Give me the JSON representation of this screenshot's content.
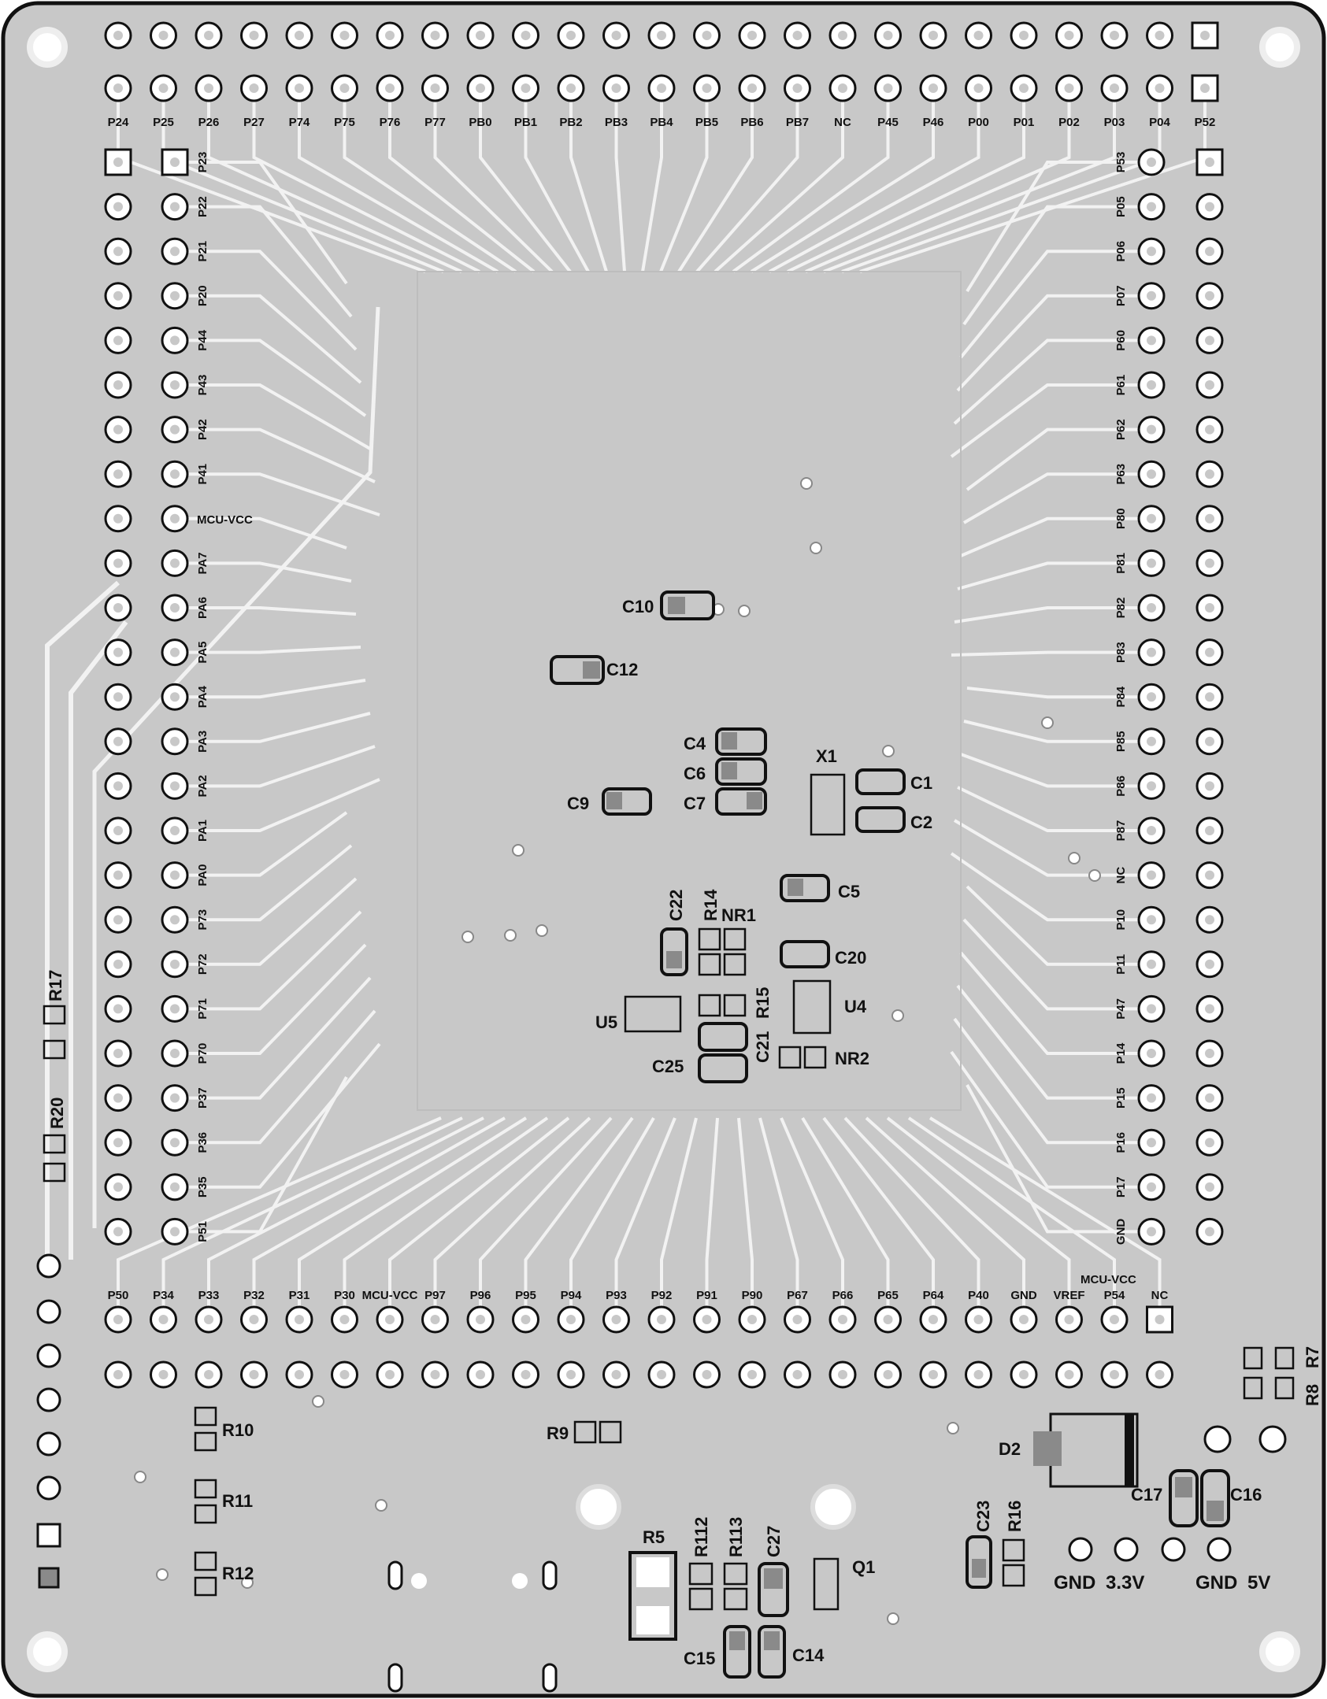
{
  "board": {
    "top_header_labels": [
      "P24",
      "P25",
      "P26",
      "P27",
      "P74",
      "P75",
      "P76",
      "P77",
      "PB0",
      "PB1",
      "PB2",
      "PB3",
      "PB4",
      "PB5",
      "PB6",
      "PB7",
      "NC",
      "P45",
      "P46",
      "P00",
      "P01",
      "P02",
      "P03",
      "P04",
      "P52"
    ],
    "bottom_header_labels": [
      "P50",
      "P34",
      "P33",
      "P32",
      "P31",
      "P30",
      "MCU-VCC",
      "P97",
      "P96",
      "P95",
      "P94",
      "P93",
      "P92",
      "P91",
      "P90",
      "P67",
      "P66",
      "P65",
      "P64",
      "P40",
      "GND",
      "VREF",
      "P54",
      "NC"
    ],
    "left_header_labels": [
      "P23",
      "P22",
      "P21",
      "P20",
      "P44",
      "P43",
      "P42",
      "P41",
      "MCU-VCC",
      "PA7",
      "PA6",
      "PA5",
      "PA4",
      "PA3",
      "PA2",
      "PA1",
      "PA0",
      "P73",
      "P72",
      "P71",
      "P70",
      "P37",
      "P36",
      "P35",
      "P51"
    ],
    "right_header_labels": [
      "P53",
      "P05",
      "P06",
      "P07",
      "P60",
      "P61",
      "P62",
      "P63",
      "P80",
      "P81",
      "P82",
      "P83",
      "P84",
      "P85",
      "P86",
      "P87",
      "NC",
      "P10",
      "P11",
      "P47",
      "P14",
      "P15",
      "P16",
      "P17",
      "GND"
    ],
    "extra_label": "MCU-VCC",
    "components": [
      {
        "ref": "C10"
      },
      {
        "ref": "C12"
      },
      {
        "ref": "C4"
      },
      {
        "ref": "C6"
      },
      {
        "ref": "C7"
      },
      {
        "ref": "C9"
      },
      {
        "ref": "X1"
      },
      {
        "ref": "C1"
      },
      {
        "ref": "C2"
      },
      {
        "ref": "C5"
      },
      {
        "ref": "C22"
      },
      {
        "ref": "R14"
      },
      {
        "ref": "NR1"
      },
      {
        "ref": "C20"
      },
      {
        "ref": "U4"
      },
      {
        "ref": "U5"
      },
      {
        "ref": "R15"
      },
      {
        "ref": "C21"
      },
      {
        "ref": "C25"
      },
      {
        "ref": "NR2"
      },
      {
        "ref": "R17"
      },
      {
        "ref": "R20"
      },
      {
        "ref": "R10"
      },
      {
        "ref": "R11"
      },
      {
        "ref": "R12"
      },
      {
        "ref": "R9"
      },
      {
        "ref": "R5"
      },
      {
        "ref": "R112"
      },
      {
        "ref": "R113"
      },
      {
        "ref": "C27"
      },
      {
        "ref": "Q1"
      },
      {
        "ref": "C15"
      },
      {
        "ref": "C14"
      },
      {
        "ref": "C23"
      },
      {
        "ref": "R16"
      },
      {
        "ref": "D2"
      },
      {
        "ref": "C17"
      },
      {
        "ref": "C16"
      },
      {
        "ref": "R7"
      },
      {
        "ref": "R8"
      }
    ],
    "power_labels": [
      "GND",
      "3.3V",
      "GND",
      "5V"
    ],
    "colors": {
      "board": "#c8c8c8",
      "outline": "#111111",
      "copper": "#f2f2f2",
      "pad": "#ffffff",
      "silk": "#111111",
      "smd": "#8a8a8a"
    }
  }
}
